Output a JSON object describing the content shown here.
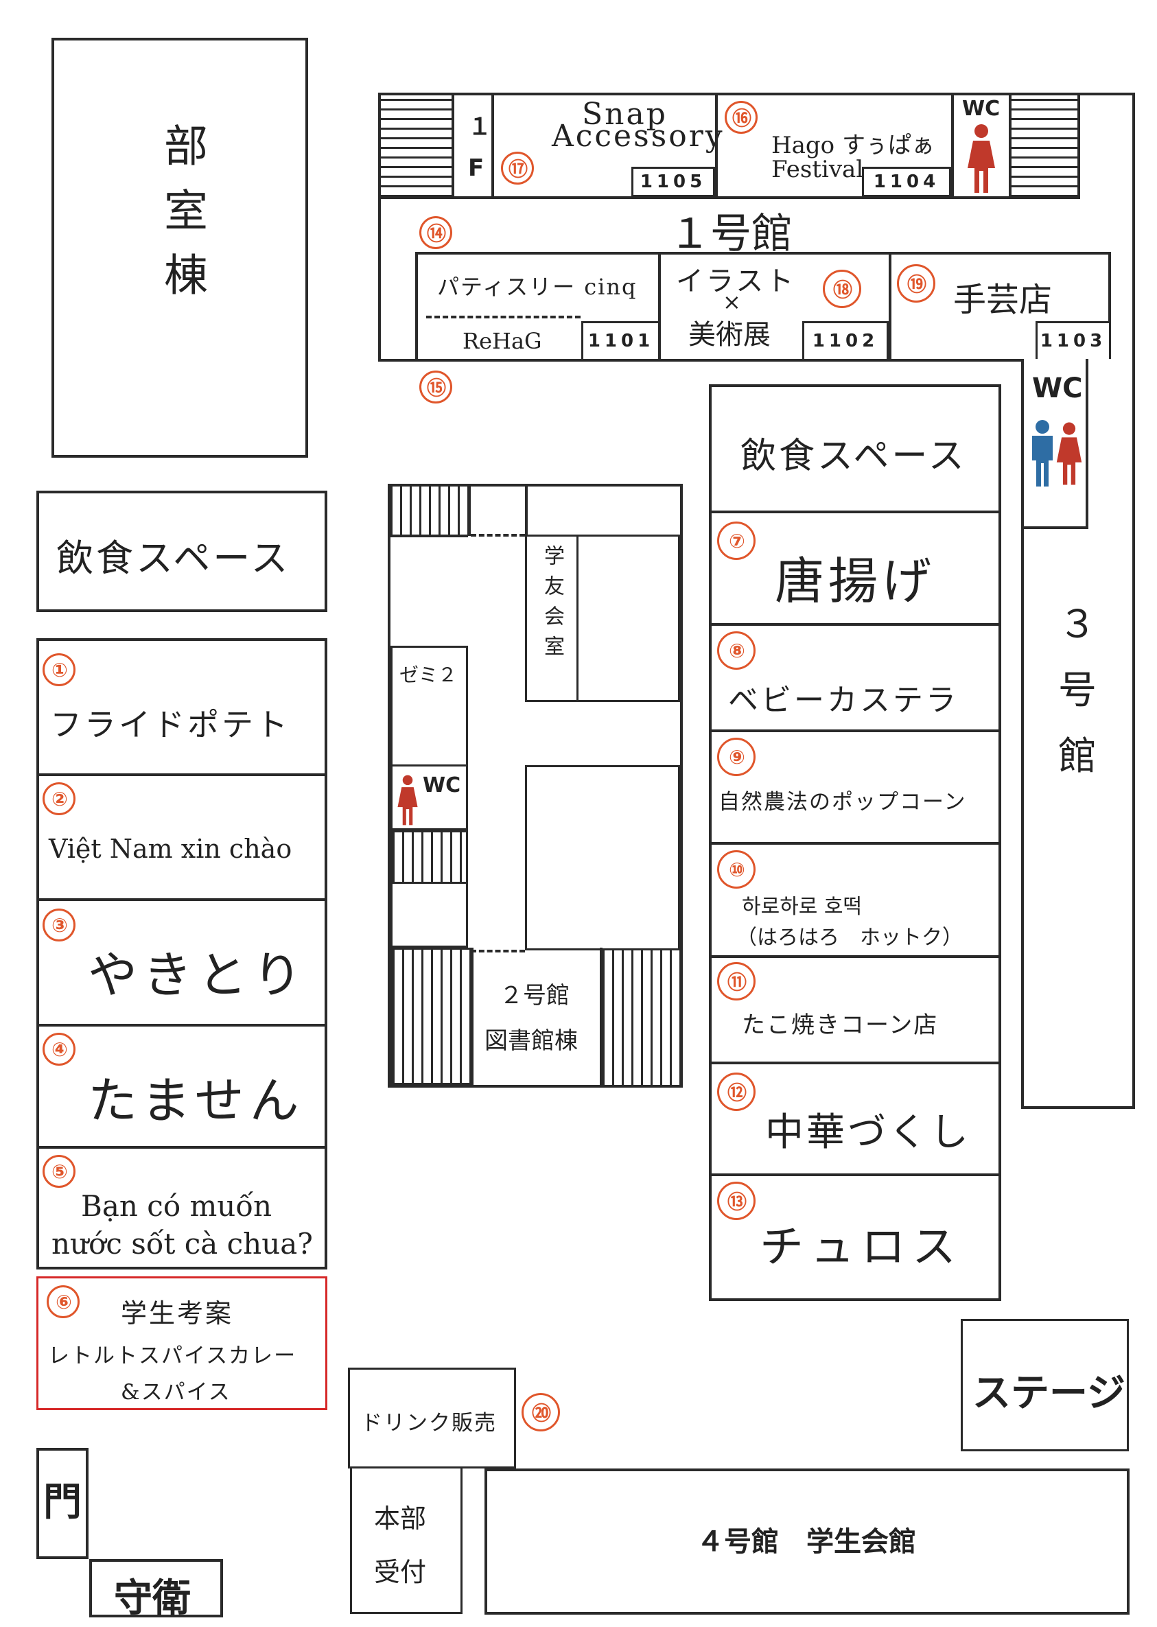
{
  "buildings": {
    "clubhouse": "部室棟",
    "building1": "１号館",
    "building1_floor": "１F",
    "building3": "３号館",
    "building2": "２号館",
    "library": "図書館棟",
    "building4": "４号館　学生会館",
    "gakuyukai": "学友会室",
    "zemi2": "ゼミ２",
    "stage": "ステージ",
    "hq_line1": "本部",
    "hq_line2": "受付",
    "gate": "門",
    "guard": "守衛",
    "drink": "ドリンク販売",
    "eating_space": "飲食スペース"
  },
  "rooms": {
    "r1101": "1101",
    "r1102": "1102",
    "r1103": "1103",
    "r1104": "1104",
    "r1105": "1105"
  },
  "wc": "WC",
  "stalls": [
    {
      "num": "①",
      "name": "フライドポテト"
    },
    {
      "num": "②",
      "name": "Việt Nam xin chào"
    },
    {
      "num": "③",
      "name": "やきとり"
    },
    {
      "num": "④",
      "name": "たません"
    },
    {
      "num": "⑤",
      "name_line1": "Bạn có muốn",
      "name_line2": "nước sốt cà chua?"
    },
    {
      "num": "⑥",
      "name_line1": "学生考案",
      "name_line2": "レトルトスパイスカレー",
      "name_line3": "&スパイス"
    },
    {
      "num": "⑦",
      "name": "唐揚げ"
    },
    {
      "num": "⑧",
      "name": "ベビーカステラ"
    },
    {
      "num": "⑨",
      "name": "自然農法のポップコーン"
    },
    {
      "num": "⑩",
      "name_line1": "하로하로 호떡",
      "name_line2": "（はろはろ　ホットク）"
    },
    {
      "num": "⑪",
      "name": "たこ焼きコーン店"
    },
    {
      "num": "⑫",
      "name": "中華づくし"
    },
    {
      "num": "⑬",
      "name": "チュロス"
    },
    {
      "num": "⑭",
      "name": ""
    },
    {
      "num": "⑮",
      "name": ""
    },
    {
      "num": "⑯",
      "name_line1": "Hago すぅぱぁ",
      "name_line2": "Festival"
    },
    {
      "num": "⑰",
      "name_line1": "Snap",
      "name_line2": "Accessory"
    },
    {
      "num": "⑱",
      "name_line1": "イラスト",
      "name_line2": "×",
      "name_line3": "美術展"
    },
    {
      "num": "⑲",
      "name": "手芸店"
    },
    {
      "num": "⑳",
      "name": "ドリンク販売"
    }
  ],
  "room1101_top": "パティスリー cinq",
  "room1101_bottom": "ReHaG",
  "colors": {
    "accent": "#e0562b",
    "highlight_border": "#d62828",
    "female": "#c0392b",
    "male": "#2e6da4"
  }
}
